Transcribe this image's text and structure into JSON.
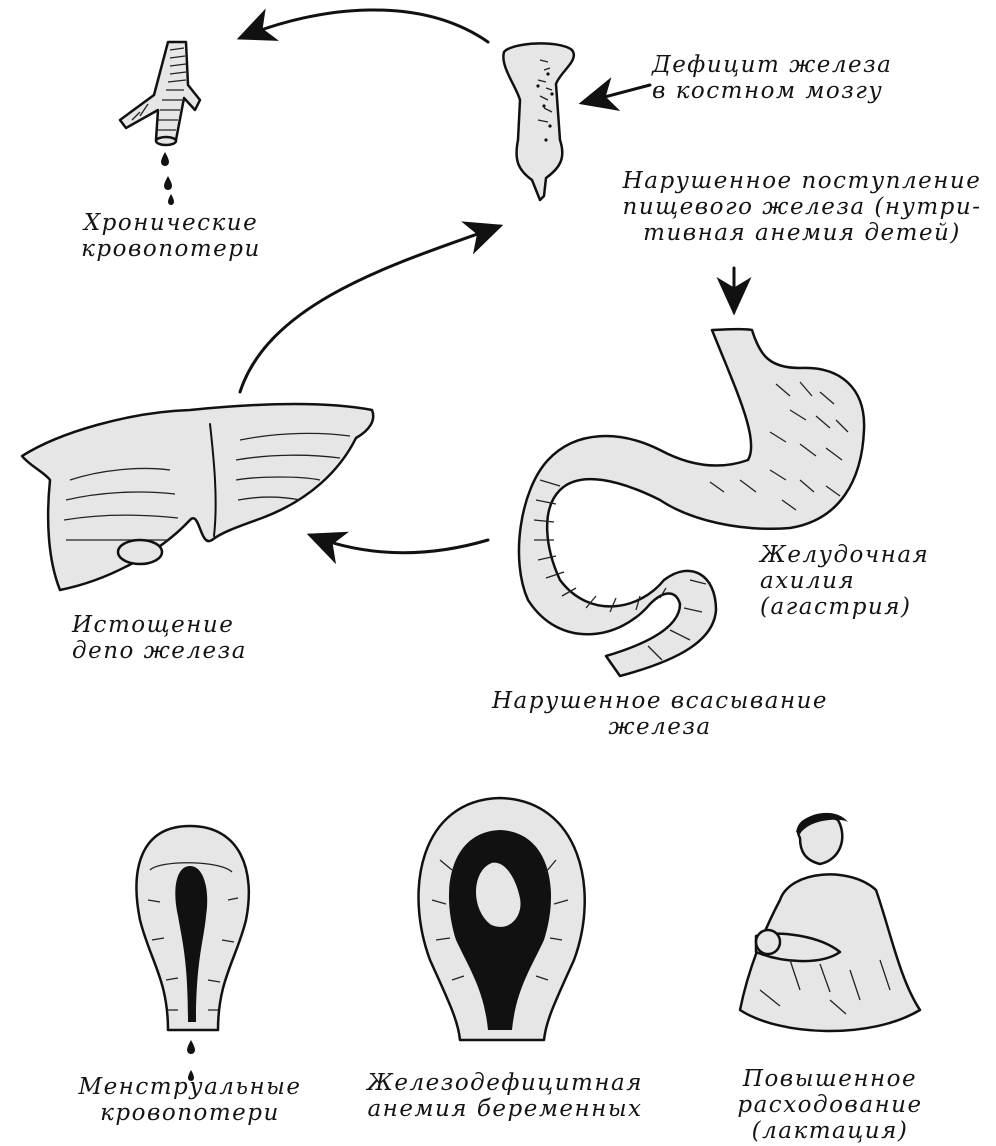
{
  "labels": {
    "chronic_blood_loss": [
      "Хронические",
      "кровопотери"
    ],
    "bone_marrow_deficit": [
      "Дефицит железа",
      "в костном мозгу"
    ],
    "impaired_intake": [
      "Нарушенное поступление",
      "пищевого железа (нутри-",
      "тивная анемия детей)"
    ],
    "depot_depletion": [
      "Истощение",
      "депо железа"
    ],
    "gastric_achylia": [
      "Желудочная",
      "ахилия",
      "(агастрия)"
    ],
    "impaired_absorption": [
      "Нарушенное всасывание",
      "железа"
    ],
    "menstrual_loss": [
      "Менструальные",
      "кровопотери"
    ],
    "pregnancy_anemia": [
      "Железодефицитная",
      "анемия беременных"
    ],
    "increased_consumption": [
      "Повышенное",
      "расходование",
      "(лактация)"
    ]
  },
  "colors": {
    "ink": "#111111",
    "shade": "#e6e6e6",
    "background": "#ffffff"
  }
}
